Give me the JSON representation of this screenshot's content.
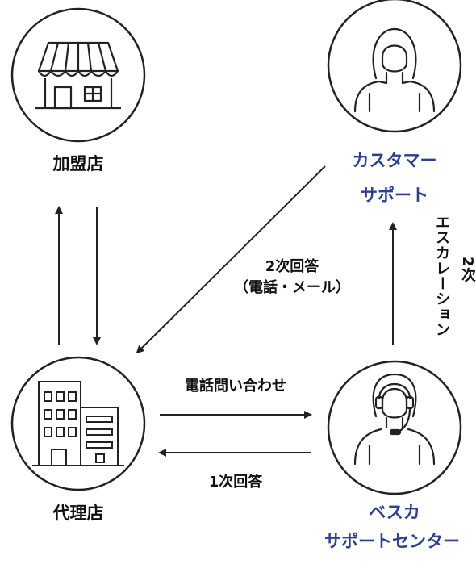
{
  "nodes": {
    "franchise": {
      "label": "加盟店"
    },
    "customer_support": {
      "line1": "カスタマー",
      "line2": "サポート"
    },
    "agency": {
      "label": "代理店"
    },
    "besca": {
      "line1": "ベスカ",
      "line2": "サポートセンター"
    }
  },
  "edges": {
    "second_answer": {
      "line1": "2次回答",
      "line2": "（電話・メール）"
    },
    "phone_inquiry": {
      "label": "電話問い合わせ"
    },
    "first_answer": {
      "label": "1次回答"
    },
    "escalation": {
      "label": "エスカレーション",
      "sub": "2次"
    }
  },
  "colors": {
    "blue_label": "#2b3f95",
    "line": "#222222"
  }
}
